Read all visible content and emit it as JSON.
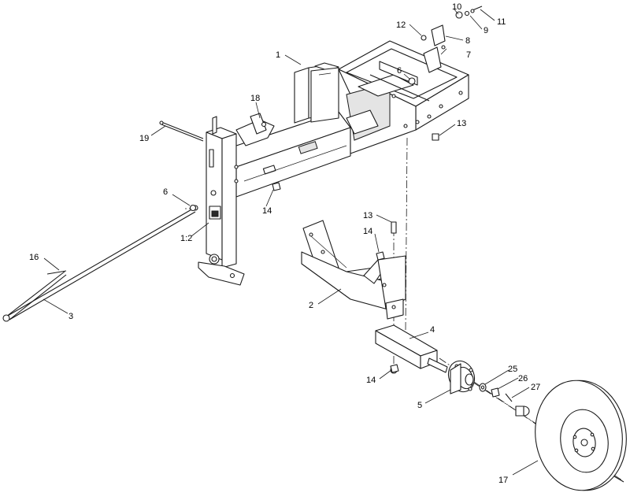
{
  "callouts": {
    "c1": "1",
    "c2": "2",
    "c3": "3",
    "c4": "4",
    "c5": "5",
    "c6a": "6",
    "c6b": "6",
    "c7": "7",
    "c8": "8",
    "c9": "9",
    "c10": "10",
    "c11": "11",
    "c12": "12",
    "c13a": "13",
    "c13b": "13",
    "c14a": "14",
    "c14b": "14",
    "c14c": "14",
    "c16": "16",
    "c17": "17",
    "c18": "18",
    "c19": "19",
    "c1_2": "1:2",
    "c25": "25",
    "c26": "26",
    "c27": "27"
  }
}
